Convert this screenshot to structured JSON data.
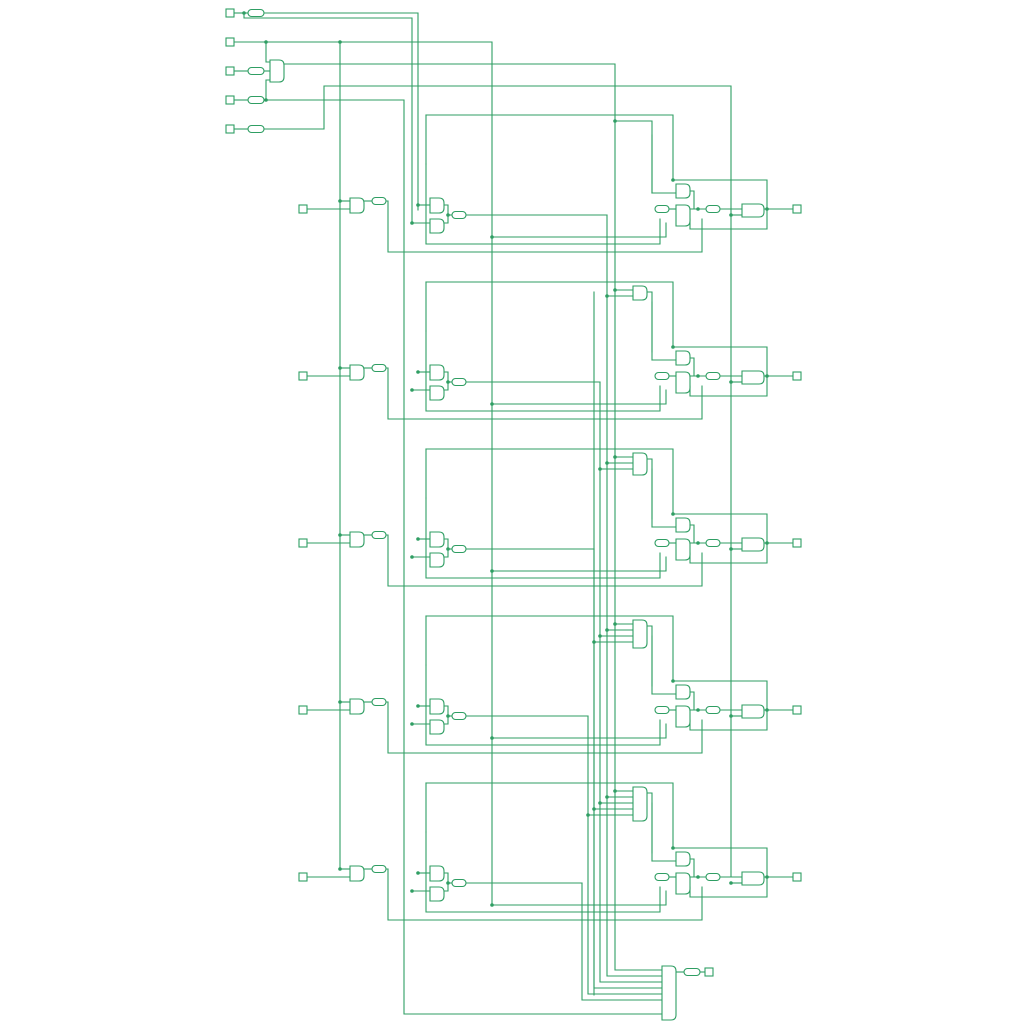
{
  "diagram": {
    "type": "logic-circuit-schematic",
    "colors": {
      "wire": "#2f9e63",
      "background": "#ffffff",
      "component_fill": "#ffffff"
    },
    "grid": false,
    "legend": null,
    "text_labels": [],
    "structure": {
      "global_inputs": 5,
      "row_inputs": 5,
      "row_outputs": 5,
      "repeated_stages": 5,
      "final_output": 1
    }
  }
}
